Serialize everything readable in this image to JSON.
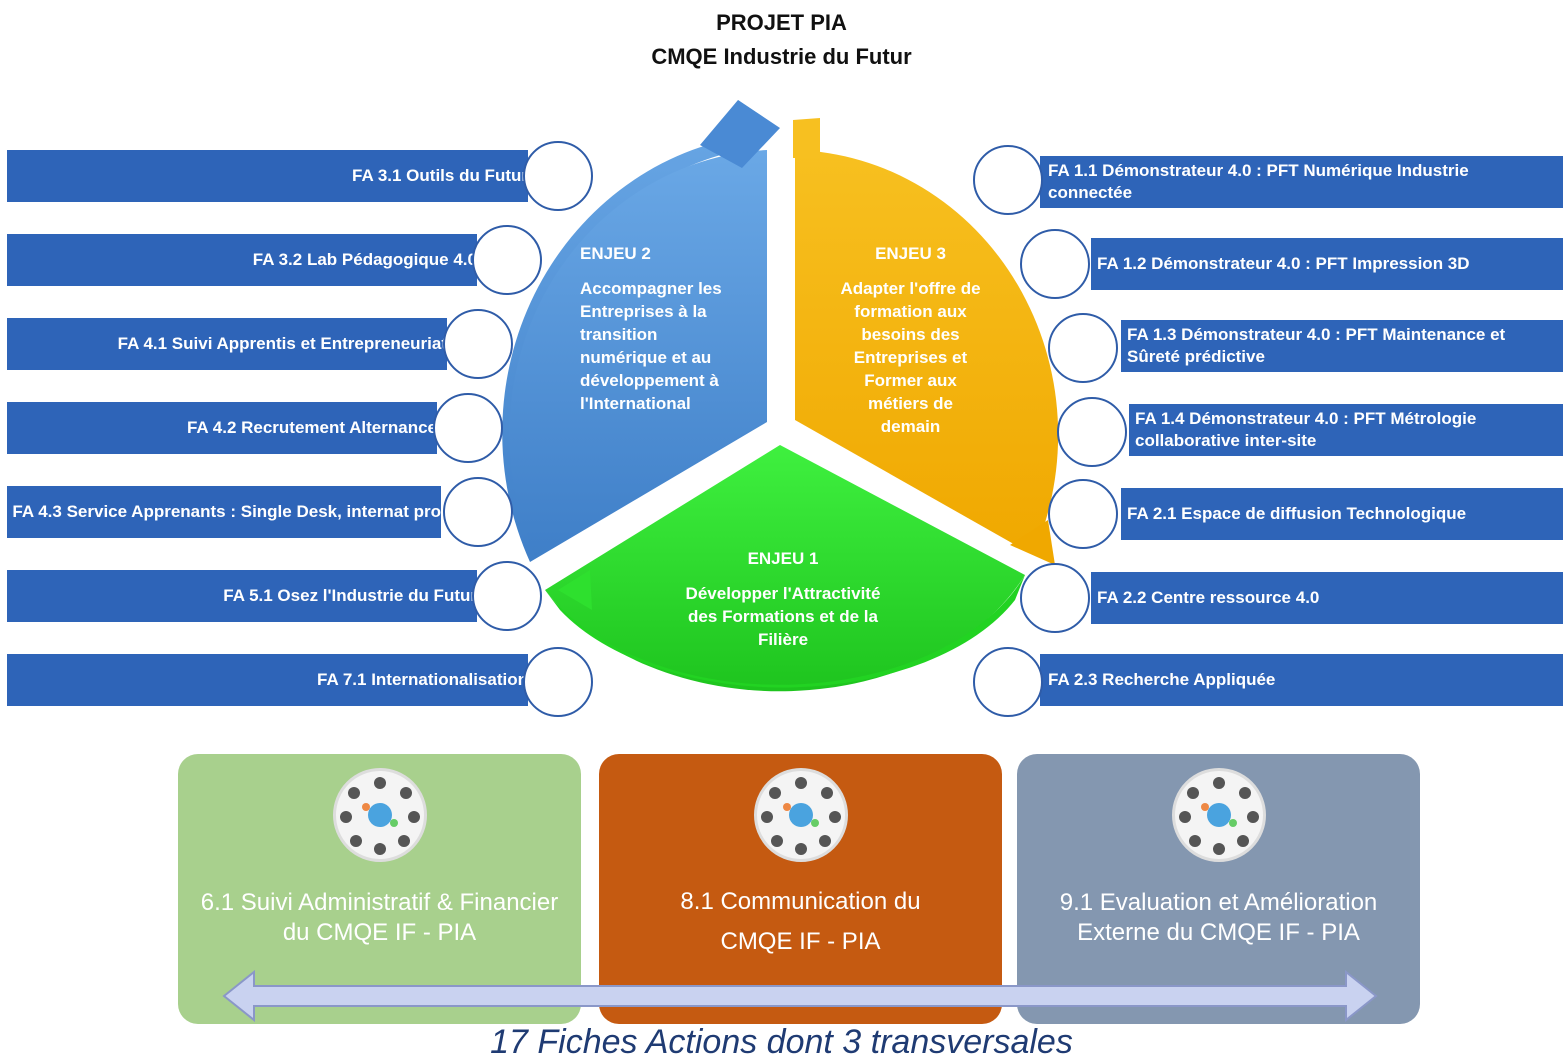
{
  "title": {
    "line1": "PROJET PIA",
    "line2": "CMQE Industrie du Futur"
  },
  "left_actions": [
    "FA 3.1 Outils du Futur",
    "FA 3.2 Lab Pédagogique 4.0",
    "FA 4.1 Suivi Apprentis et Entrepreneuriat",
    "FA 4.2 Recrutement Alternance",
    "FA 4.3 Service Apprenants : Single Desk, internat pro",
    "FA 5.1 Osez l'Industrie du Futur",
    "FA 7.1 Internationalisation"
  ],
  "right_actions": [
    "FA 1.1 Démonstrateur 4.0 : PFT Numérique Industrie connectée",
    "FA 1.2 Démonstrateur 4.0 : PFT Impression 3D",
    "FA 1.3 Démonstrateur 4.0 : PFT Maintenance et Sûreté prédictive",
    "FA 1.4 Démonstrateur 4.0 : PFT Métrologie collaborative inter-site",
    "FA 2.1 Espace de diffusion Technologique",
    "FA 2.2 Centre ressource 4.0",
    "FA 2.3 Recherche Appliquée"
  ],
  "enjeux": {
    "enjeu1": {
      "head": "ENJEU 1",
      "text": "Développer l'Attractivité des Formations et de la Filière",
      "color": "#22dd22"
    },
    "enjeu2": {
      "head": "ENJEU 2",
      "text": "Accompagner les Entreprises à la transition numérique et au développement à l'International",
      "color": "#4a90d6"
    },
    "enjeu3": {
      "head": "ENJEU 3",
      "text": "Adapter l'offre de formation aux besoins des Entreprises et Former aux métiers de demain",
      "color": "#f5b400"
    }
  },
  "transversal": [
    {
      "label": "6.1 Suivi Administratif & Financier du CMQE IF - PIA",
      "color": "#a8d08d"
    },
    {
      "label": "8.1 Communication du CMQE IF - PIA",
      "color": "#c55a11"
    },
    {
      "label": "9.1 Evaluation et Amélioration Externe du CMQE IF - PIA",
      "color": "#8497b0"
    }
  ],
  "footer": "17 Fiches Actions dont 3 transversales",
  "colors": {
    "bar": "#2e64b8",
    "arrow": "#c9d2f0"
  }
}
